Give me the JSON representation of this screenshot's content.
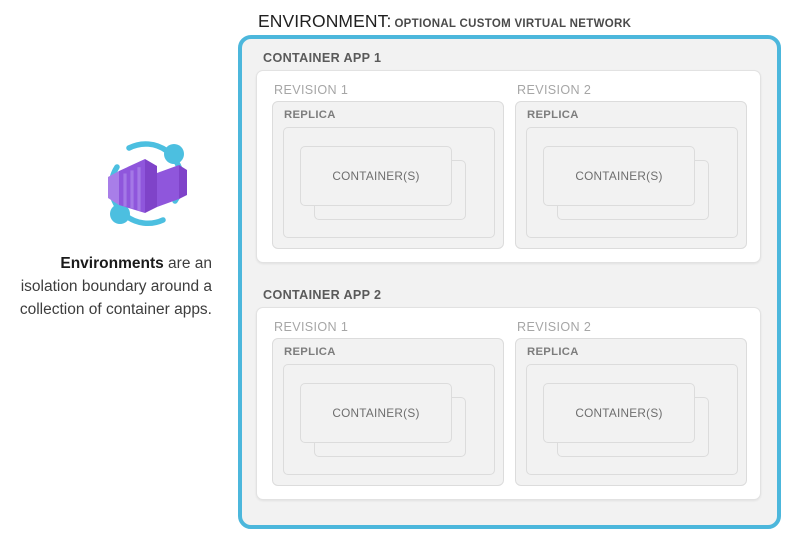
{
  "title": {
    "main": "ENVIRONMENT:",
    "sub": "OPTIONAL CUSTOM VIRTUAL NETWORK"
  },
  "caption": {
    "lead": "Environments",
    "rest": " are an isolation boundary around a collection of container apps."
  },
  "colors": {
    "environment_border": "#4cb7dc",
    "environment_fill": "#f2f2f2",
    "app_card_fill": "#ffffff",
    "box_fill": "#f2f2f2",
    "box_border": "#dcdcdc",
    "app_label_text": "#5a5a5a",
    "revision_label_text": "#a6a6a6",
    "replica_label_text": "#7d7d7d",
    "container_label_text": "#6e6e6e",
    "logo_purple_light": "#a87ee8",
    "logo_purple_mid": "#9a62e0",
    "logo_purple_dark": "#7f43c9",
    "logo_cyan": "#4cbfe0"
  },
  "icon": {
    "name": "azure-container-apps-logo"
  },
  "environment": {
    "apps": [
      {
        "label": "CONTAINER APP 1",
        "revisions": [
          {
            "label": "REVISION 1",
            "replica_label": "REPLICA",
            "container_label": "CONTAINER(S)"
          },
          {
            "label": "REVISION 2",
            "replica_label": "REPLICA",
            "container_label": "CONTAINER(S)"
          }
        ]
      },
      {
        "label": "CONTAINER APP 2",
        "revisions": [
          {
            "label": "REVISION 1",
            "replica_label": "REPLICA",
            "container_label": "CONTAINER(S)"
          },
          {
            "label": "REVISION 2",
            "replica_label": "REPLICA",
            "container_label": "CONTAINER(S)"
          }
        ]
      }
    ]
  }
}
